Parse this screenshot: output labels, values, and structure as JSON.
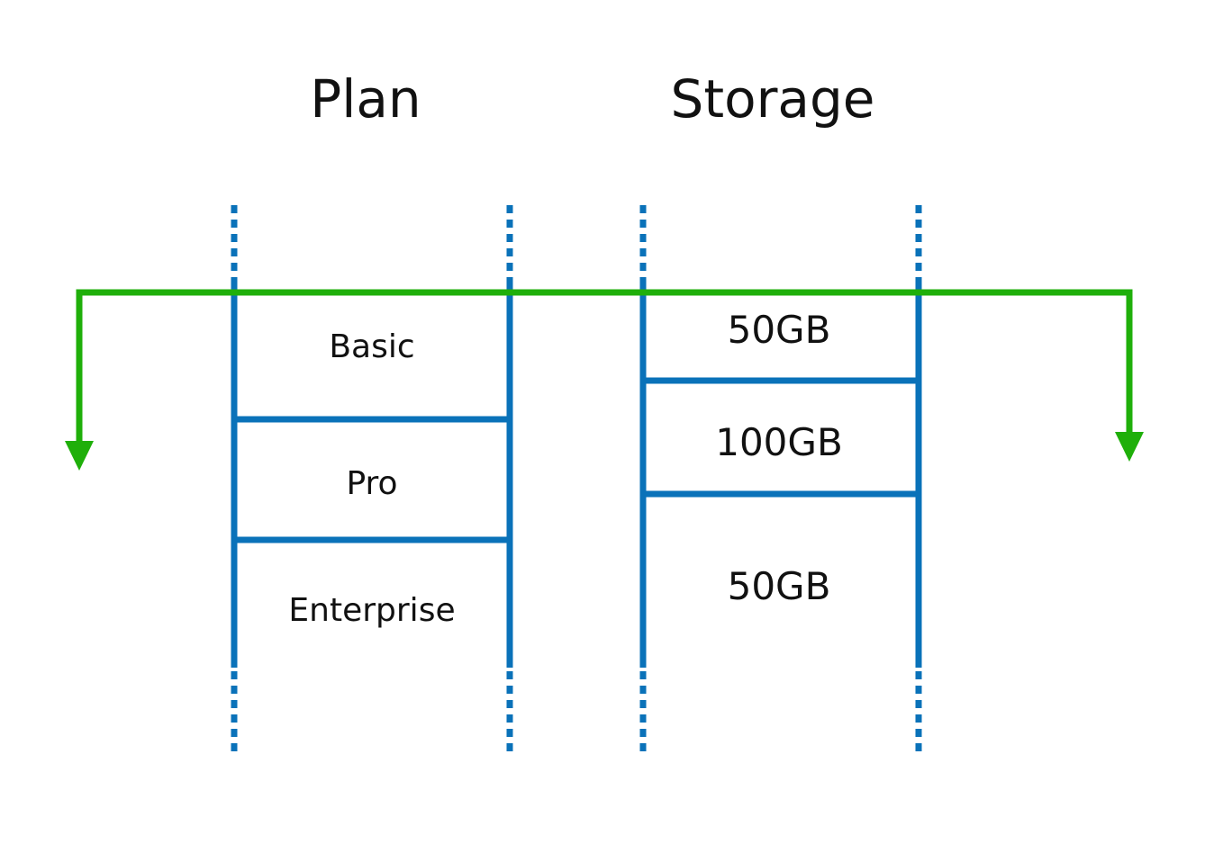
{
  "colors": {
    "rail": "#0a72b9",
    "arrow": "#1faf0a",
    "text": "#111111"
  },
  "columns": [
    {
      "title": "Plan",
      "cells": [
        "Basic",
        "Pro",
        "Enterprise"
      ]
    },
    {
      "title": "Storage",
      "cells": [
        "50GB",
        "100GB",
        "50GB"
      ]
    }
  ]
}
